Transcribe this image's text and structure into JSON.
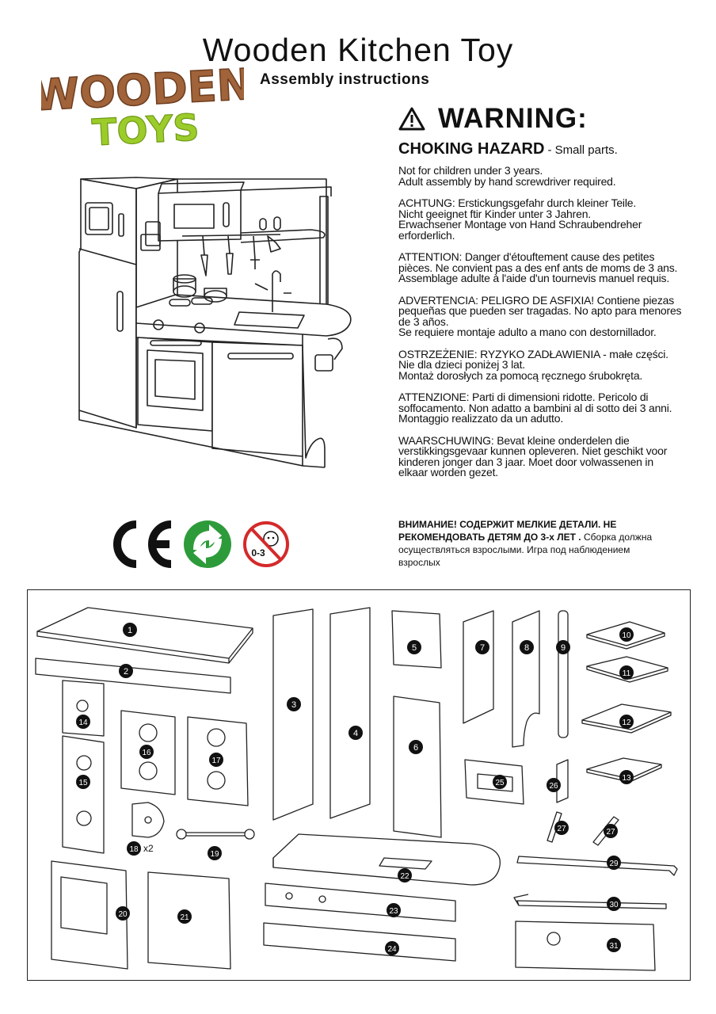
{
  "header": {
    "title": "Wooden Kitchen Toy",
    "subtitle": "Assembly instructions"
  },
  "logo": {
    "line1": "WOODEN",
    "line2": "TOYS",
    "colors": {
      "wood": "#a0633a",
      "green": "#9ccc2a"
    }
  },
  "warning": {
    "icon": "warning-triangle-icon",
    "heading": "WARNING:",
    "choking_title": "CHOKING HAZARD",
    "choking_suffix": "- Small parts.",
    "paragraphs": [
      "Not for children under 3 years.\nAdult assembly by hand screwdriver required.",
      "ACHTUNG: Erstickungsgefahr durch kleiner Teile.\nNicht geeignet ftir Kinder unter 3 Jahren.\nErwachsener Montage von Hand Schraubendreher erforderlich.",
      "ATTENTION: Danger d'étouftement cause des petites pièces. Ne convient pas a des enf ants de moms de 3 ans.\nAssemblage adulte à l'aide d'un tournevis manuel requis.",
      "ADVERTENCIA: PELIGRO DE ASFIXIA! Contiene piezas pequeñas que pueden ser tragadas. No apto para menores de 3 años.\nSe requiere montaje adulto a mano con destornillador.",
      "OSTRZEŻENIE: RYZYKO ZADŁAWIENIA - małe części.\nNie dla dzieci poniżej 3 lat.\nMontaż dorosłych za pomocą ręcznego śrubokręta.",
      "ATTENZIONE: Parti di dimensioni ridotte. Pericolo di soffocamento. Non adatto a bambini al di sotto dei 3 anni. Montaggio realizzato da un adutto.",
      "WAARSCHUWING: Bevat kleine onderdelen die verstikkingsgevaar kunnen opleveren. Niet geschikt voor kinderen jonger dan 3 jaar. Moet door volwassenen in elkaar worden gezet."
    ],
    "russian_bold": "ВНИМАНИЕ! СОДЕРЖИТ МЕЛКИЕ ДЕТАЛИ. НЕ РЕКОМЕНДОВАТЬ ДЕТЯМ ДО 3-х ЛЕТ .",
    "russian_rest": "Сборка должна осуществляться взрослыми. Игра под наблюдением взрослых"
  },
  "marks": {
    "ce": "CE",
    "recycle_icon": "recycle-icon",
    "age_label": "0-3",
    "colors": {
      "recycle": "#2e9b3a",
      "prohibit": "#d42a2a"
    }
  },
  "parts": {
    "labels": [
      "1",
      "2",
      "3",
      "4",
      "5",
      "6",
      "7",
      "8",
      "9",
      "10",
      "11",
      "12",
      "13",
      "14",
      "15",
      "16",
      "17",
      "18",
      "19",
      "20",
      "21",
      "22",
      "23",
      "24",
      "25",
      "26",
      "27",
      "27",
      "29",
      "30",
      "31"
    ],
    "qty_18": "x2"
  }
}
